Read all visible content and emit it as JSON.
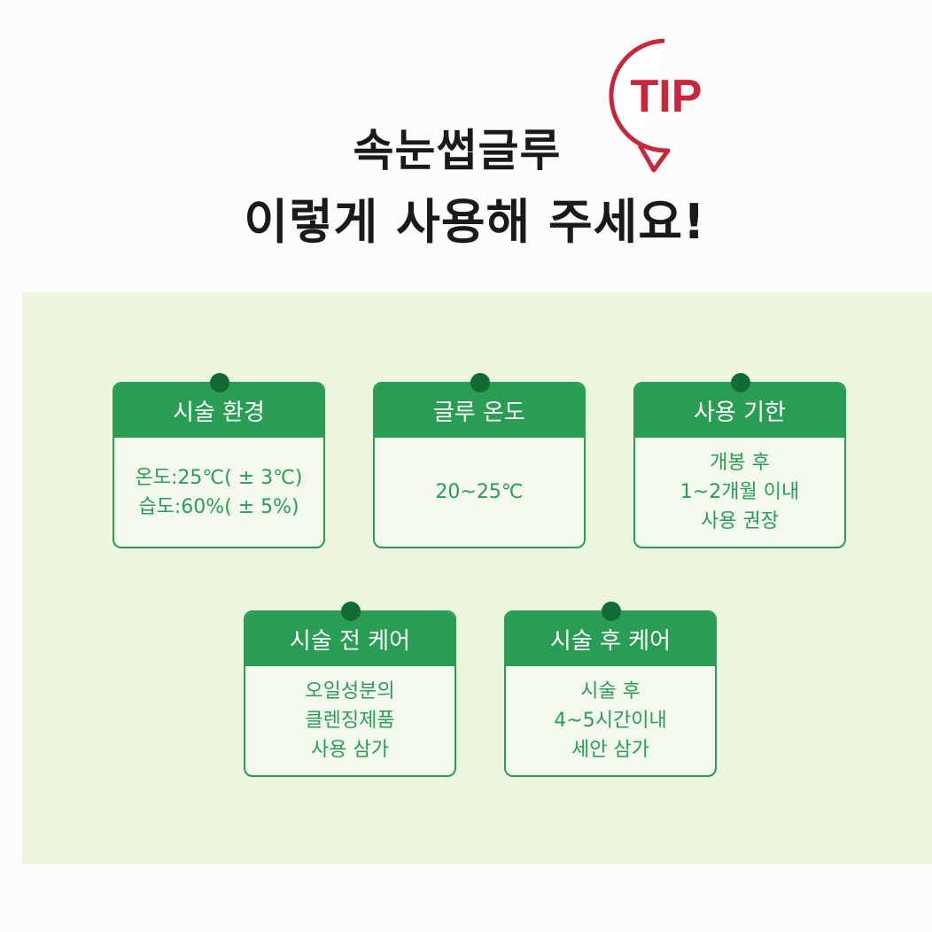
{
  "headline": {
    "line1": "속눈썹글루",
    "line2": "이렇게 사용해 주세요!"
  },
  "badge": {
    "label": "TIP",
    "color": "#c8263a"
  },
  "colors": {
    "accent": "#2a9d55",
    "pin": "#126b33",
    "panel": "#ecf5de"
  },
  "cards": [
    {
      "title": "시술 환경",
      "lines": [
        "온도:25℃( ± 3℃)",
        "습도:60%( ± 5%)"
      ]
    },
    {
      "title": "글루 온도",
      "lines": [
        "20~25℃"
      ]
    },
    {
      "title": "사용 기한",
      "lines": [
        "개봉 후",
        "1~2개월 이내",
        "사용 권장"
      ]
    },
    {
      "title": "시술 전 케어",
      "lines": [
        "오일성분의",
        "클렌징제품",
        "사용 삼가"
      ]
    },
    {
      "title": "시술 후 케어",
      "lines": [
        "시술 후",
        "4~5시간이내",
        "세안 삼가"
      ]
    }
  ]
}
